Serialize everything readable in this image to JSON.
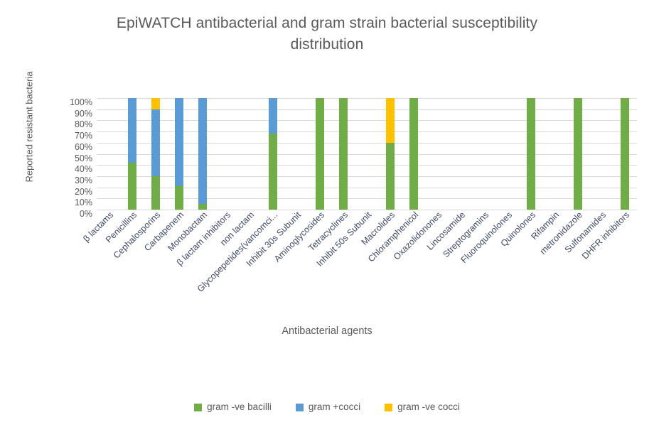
{
  "chart_data": {
    "type": "bar",
    "subtype": "stacked-column-100",
    "title": "EpiWATCH antibacterial and gram strain bacterial susceptibility distribution",
    "xlabel": "Antibacterial agents",
    "ylabel": "Reported resistant bacteria",
    "ylim": [
      0,
      100
    ],
    "ytick_labels": [
      "100%",
      "90%",
      "80%",
      "70%",
      "60%",
      "50%",
      "40%",
      "30%",
      "20%",
      "10%",
      "0%"
    ],
    "ytick_values": [
      100,
      90,
      80,
      70,
      60,
      50,
      40,
      30,
      20,
      10,
      0
    ],
    "grid": true,
    "legend_position": "bottom",
    "categories": [
      "β lactams",
      "Penicillins",
      "Cephalosporins",
      "Carbapenem",
      "Monobactam",
      "β lactam inhibitors",
      "non lactam",
      "Glycopepetides(vancomci...",
      "Inhibit 30s Subunit",
      "Aminoglycosides",
      "Tetracyclines",
      "Inhibit 50s Subunit",
      "Macrolides",
      "Chloramphenicol",
      "Oxazolidonones",
      "Lincosamide",
      "Streptogramins",
      "Fluoroquinolones",
      "Quinolones",
      "Rifampin",
      "metronidazole",
      "Sulfonamides",
      "DHFR inhibitors"
    ],
    "series": [
      {
        "name": "gram -ve bacilli",
        "color": "#70ad47",
        "values": [
          0,
          42,
          30,
          21,
          5,
          0,
          0,
          68,
          0,
          100,
          100,
          0,
          60,
          100,
          0,
          0,
          0,
          0,
          100,
          0,
          100,
          0,
          100
        ]
      },
      {
        "name": "gram +cocci",
        "color": "#5b9bd5",
        "values": [
          0,
          58,
          60,
          79,
          95,
          0,
          0,
          32,
          0,
          0,
          0,
          0,
          0,
          0,
          0,
          0,
          0,
          0,
          0,
          0,
          0,
          0,
          0
        ]
      },
      {
        "name": "gram -ve cocci",
        "color": "#ffc000",
        "values": [
          0,
          0,
          10,
          0,
          0,
          0,
          0,
          0,
          0,
          0,
          0,
          0,
          40,
          0,
          0,
          0,
          0,
          0,
          0,
          0,
          0,
          0,
          0
        ]
      }
    ]
  },
  "legend": {
    "items": [
      {
        "label": "gram -ve bacilli",
        "color": "#70ad47"
      },
      {
        "label": "gram +cocci",
        "color": "#5b9bd5"
      },
      {
        "label": "gram -ve cocci",
        "color": "#ffc000"
      }
    ]
  }
}
